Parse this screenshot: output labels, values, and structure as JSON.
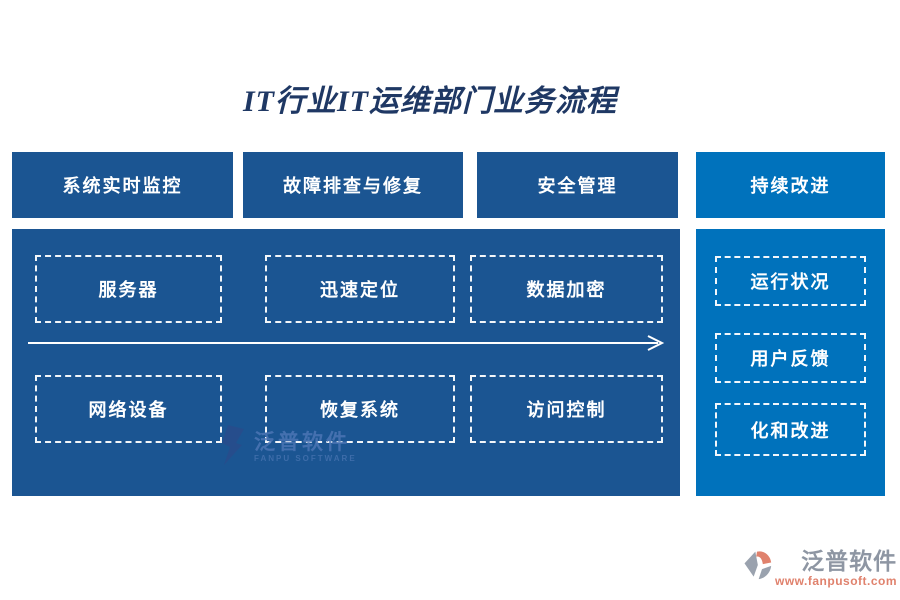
{
  "title": "IT行业IT运维部门业务流程",
  "headers": {
    "monitoring": "系统实时监控",
    "troubleshooting": "故障排查与修复",
    "security": "安全管理",
    "improvement": "持续改进"
  },
  "flow": {
    "row1": [
      "服务器",
      "迅速定位",
      "数据加密"
    ],
    "row2": [
      "网络设备",
      "恢复系统",
      "访问控制"
    ]
  },
  "improvement_items": [
    "运行状况",
    "用户反馈",
    "化和改进"
  ],
  "watermark": {
    "brand": "泛普软件",
    "brand_en": "FANPU SOFTWARE"
  },
  "footer": {
    "brand": "泛普软件",
    "url": "www.fanpusoft.com"
  },
  "colors": {
    "header_dark_blue": "#1B5592",
    "panel_bright_blue": "#0072BC",
    "title_navy": "#1F3864",
    "node_border_white": "#FFFFFF",
    "footer_gray": "#8E96A3",
    "footer_salmon": "#E0826D"
  }
}
